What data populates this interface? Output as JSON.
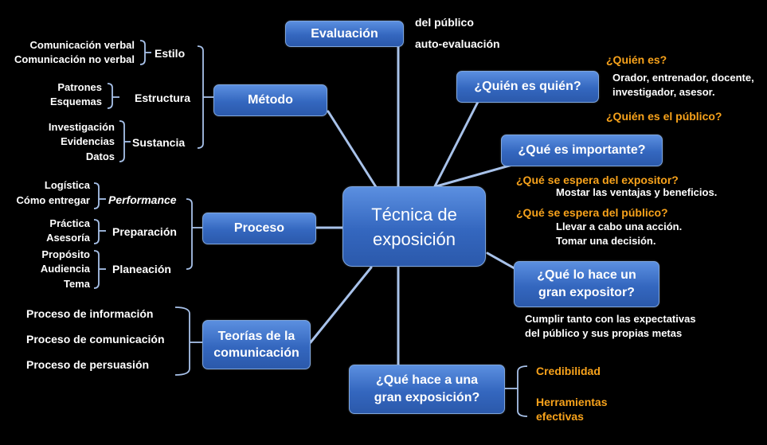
{
  "center": "Técnica de\nexposición",
  "nodes": {
    "evaluacion": "Evaluación",
    "metodo": "Método",
    "proceso": "Proceso",
    "teorias": "Teorías de la\ncomunicación",
    "hace_exposicion": "¿Qué hace a una\ngran exposición?",
    "hace_expositor": "¿Qué lo hace un\ngran expositor?",
    "importante": "¿Qué es importante?",
    "quien": "¿Quién es quién?"
  },
  "evaluacion_items": [
    "del público",
    "auto-evaluación"
  ],
  "metodo": {
    "estilo": {
      "label": "Estilo",
      "items": [
        "Comunicación verbal",
        "Comunicación no verbal"
      ]
    },
    "estructura": {
      "label": "Estructura",
      "items": [
        "Patrones",
        "Esquemas"
      ]
    },
    "sustancia": {
      "label": "Sustancia",
      "items": [
        "Investigación",
        "Evidencias",
        "Datos"
      ]
    }
  },
  "proceso": {
    "performance": {
      "label": "Performance",
      "items": [
        "Logística",
        "Cómo entregar"
      ]
    },
    "preparacion": {
      "label": "Preparación",
      "items": [
        "Práctica",
        "Asesoría"
      ]
    },
    "planeacion": {
      "label": "Planeación",
      "items": [
        "Propósito",
        "Audiencia",
        "Tema"
      ]
    }
  },
  "teorias_items": [
    "Proceso de información",
    "Proceso de comunicación",
    "Proceso de persuasión"
  ],
  "hace_exposicion_items": [
    "Credibilidad",
    "Herramientas",
    "efectivas"
  ],
  "hace_expositor_text": [
    "Cumplir tanto con las expectativas",
    "del público y sus propias metas"
  ],
  "importante": {
    "q1": "¿Qué se espera del  expositor?",
    "a1": "Mostar las ventajas y beneficios.",
    "q2": "¿Qué se espera del público?",
    "a2": [
      "Llevar a cabo una  acción.",
      "Tomar una decisión."
    ]
  },
  "quien": {
    "q1": "¿Quién es?",
    "a1": [
      "Orador, entrenador, docente,",
      "investigador, asesor."
    ],
    "q2": "¿Quién es el público?"
  },
  "colors": {
    "background": "#000000",
    "box": "#3a6ec8",
    "connector": "#9ab8e6",
    "highlight": "#f7a21b"
  }
}
